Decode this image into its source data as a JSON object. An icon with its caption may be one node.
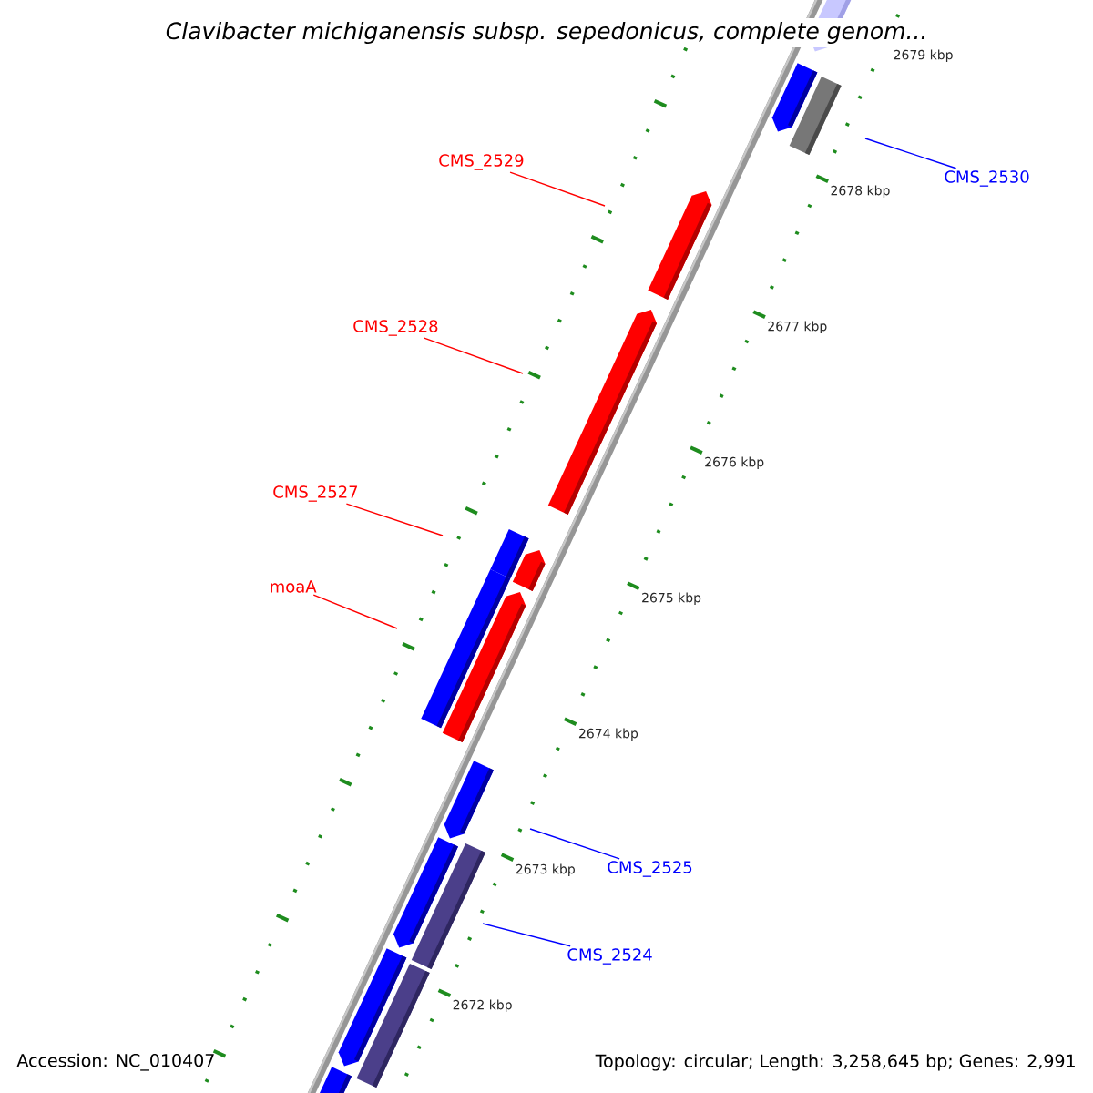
{
  "diagram": {
    "title": "Clavibacter michiganensis subsp. sepedonicus, complete genom...",
    "nodes": [
      {
        "text": [
          "CMS_2529"
        ]
      },
      {
        "text": [
          "CMS_2530"
        ]
      },
      {
        "text": [
          "CMS_2528"
        ]
      },
      {
        "text": [
          "CMS_2527"
        ]
      },
      {
        "text": [
          "moaA"
        ]
      },
      {
        "text": [
          "CMS_2525"
        ]
      },
      {
        "text": [
          "CMS_2524"
        ]
      }
    ],
    "edges": [
      {
        "from": 0,
        "to": null,
        "arrow": "none"
      },
      {
        "from": 1,
        "to": null,
        "arrow": "none",
        "color": "#0000ff"
      },
      {
        "from": 2,
        "to": null,
        "arrow": "none"
      },
      {
        "from": 3,
        "to": null,
        "arrow": "none"
      },
      {
        "from": 4,
        "to": null,
        "arrow": "none"
      },
      {
        "from": 5,
        "to": null,
        "arrow": "none",
        "color": "#0000ff"
      },
      {
        "from": 6,
        "to": null,
        "arrow": "none",
        "color": "#0000ff"
      }
    ],
    "labels": [
      "2679 kbp",
      "2678 kbp",
      "2677 kbp",
      "2676 kbp",
      "2675 kbp",
      "2674 kbp",
      "2673 kbp",
      "2672 kbp",
      "Accession: NC_010407",
      "Topology: circular; Length: 3,258,645 bp; Genes: 2,991"
    ]
  }
}
